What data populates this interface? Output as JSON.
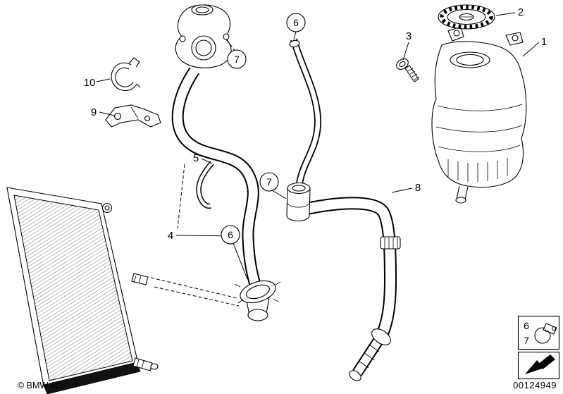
{
  "callouts": [
    {
      "label": "6",
      "shape": "circle"
    },
    {
      "label": "7",
      "shape": "circle"
    },
    {
      "label": "2",
      "shape": "plain"
    },
    {
      "label": "1",
      "shape": "plain"
    },
    {
      "label": "3",
      "shape": "plain"
    },
    {
      "label": "10",
      "shape": "plain"
    },
    {
      "label": "9",
      "shape": "plain"
    },
    {
      "label": "5",
      "shape": "plain"
    },
    {
      "label": "7",
      "shape": "circle"
    },
    {
      "label": "6",
      "shape": "circle"
    },
    {
      "label": "4",
      "shape": "plain"
    },
    {
      "label": "8",
      "shape": "plain"
    }
  ],
  "legend": {
    "rows": [
      {
        "label": "6"
      },
      {
        "label": "7"
      }
    ],
    "clamp_icon": "hose-clamp-icon",
    "arrow_icon": "direction-arrow-icon"
  },
  "footer": {
    "copyright": "© BMW AG",
    "doc_number": "00124949"
  },
  "colors": {
    "line": "#000000",
    "background": "#ffffff"
  }
}
